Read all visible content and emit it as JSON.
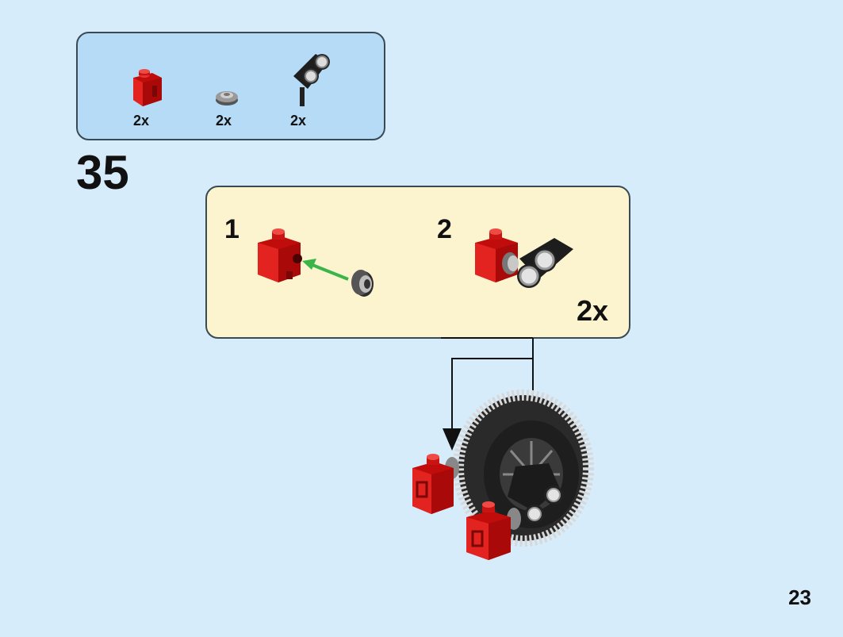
{
  "parts_list": {
    "items": [
      {
        "name": "red bracket",
        "qty": "2x"
      },
      {
        "name": "gray round plate",
        "qty": "2x"
      },
      {
        "name": "black axle connector",
        "qty": "2x"
      }
    ]
  },
  "step": {
    "number": "35"
  },
  "sub_assembly": {
    "steps": [
      {
        "number": "1"
      },
      {
        "number": "2"
      }
    ],
    "multiplier": "2x"
  },
  "colors": {
    "background": "#d6ecfa",
    "parts_box": "#b5dbf6",
    "sub_box": "#fcf3cf",
    "brick_red": "#d4110f",
    "arrow_green": "#39b54a"
  },
  "page": {
    "number": "23"
  }
}
